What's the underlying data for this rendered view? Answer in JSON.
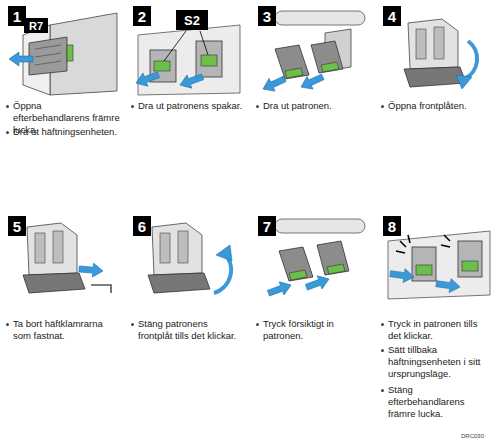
{
  "diagram": {
    "nodes": [
      {
        "text": [
          "1"
        ]
      },
      {
        "text": [
          "R7"
        ]
      },
      {
        "text": [
          "2"
        ]
      },
      {
        "text": [
          "S2"
        ]
      },
      {
        "text": [
          "3"
        ]
      },
      {
        "text": [
          "4"
        ]
      },
      {
        "text": [
          "5"
        ]
      },
      {
        "text": [
          "6"
        ]
      },
      {
        "text": [
          "7"
        ]
      },
      {
        "text": [
          "8"
        ]
      }
    ],
    "labels": [
      "Öppna efterbehandlarens främre lucka.",
      "Dra ut häftningsenheten.",
      "Dra ut patronens spakar.",
      "Dra ut patronen.",
      "Öppna frontplåten.",
      "Ta bort häftklamrarna som fastnat.",
      "Stäng patronens frontplåt tills det klickar.",
      "Tryck försiktigt in patronen.",
      "Tryck in patronen tills det klickar.",
      "Sätt tillbaka häftningsenheten i sitt ursprungsläge.",
      "Stäng efterbehandlarens främre lucka.",
      "DRC030"
    ]
  }
}
